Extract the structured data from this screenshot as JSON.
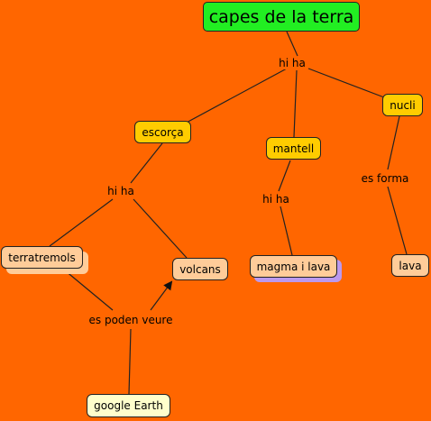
{
  "colors": {
    "background": "#ff6600",
    "root_fill": "#22ee22",
    "concept_fill": "#ffcc00",
    "leaf_fill": "#ffcc99",
    "source_fill": "#ffffcc",
    "line": "#222222"
  },
  "concepts": {
    "root": "capes de la terra",
    "escorca": "escorça",
    "mantell": "mantell",
    "nucli": "nucli",
    "terratremols": "terratremols",
    "volcans": "volcans",
    "magma": "magma i lava",
    "lava": "lava",
    "google": "google Earth"
  },
  "links": {
    "hi_ha_top": "hi ha",
    "hi_ha_escorca": "hi ha",
    "hi_ha_mantell": "hi ha",
    "es_forma": "es forma",
    "es_poden_veure": "es poden veure"
  }
}
